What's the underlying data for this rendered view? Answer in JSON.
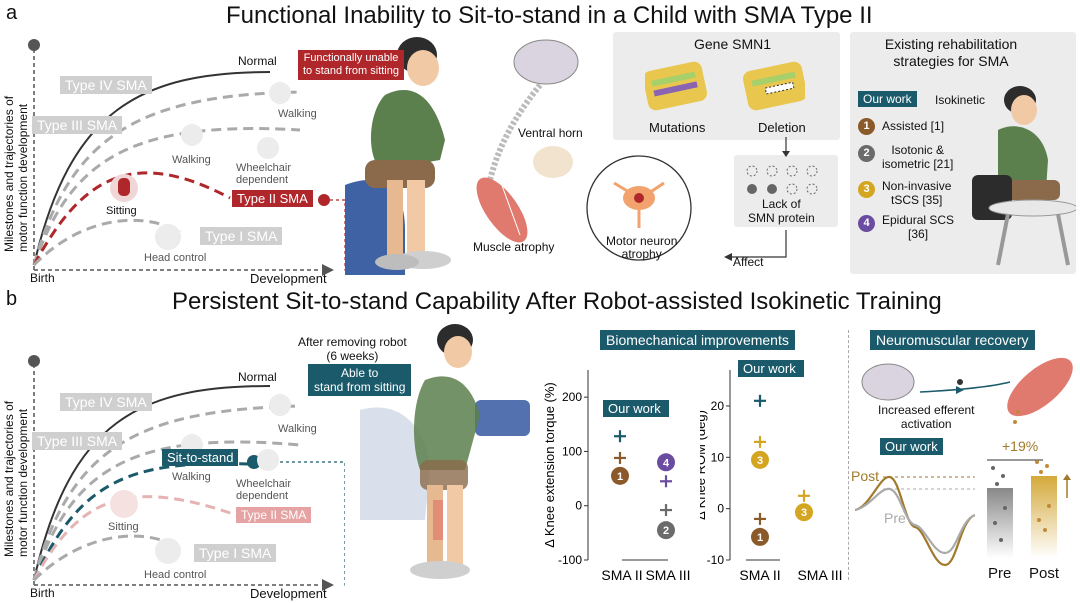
{
  "panel_a": {
    "letter": "a",
    "title": "Functional Inability to Sit-to-stand in a Child with SMA Type II",
    "y_axis_label": [
      "Milestones and trajectories of",
      "motor function development"
    ],
    "x_start": "Birth",
    "x_end": "Development",
    "normal": "Normal",
    "types": [
      "Type IV SMA",
      "Type III SMA",
      "Type II SMA",
      "Type I SMA"
    ],
    "milestones": {
      "walking1": "Walking",
      "walking2": "Walking",
      "wheelchair": [
        "Wheelchair",
        "dependent"
      ],
      "sitting": "Sitting",
      "head_control": "Head control"
    },
    "callout": [
      "Functionally unable",
      "to stand from sitting"
    ],
    "ventral_horn": "Ventral horn",
    "muscle_atrophy": "Muscle atrophy",
    "motor_neuron": [
      "Motor neuron",
      "atrophy"
    ],
    "gene_title": "Gene SMN1",
    "mutations": "Mutations",
    "deletion": "Deletion",
    "lack": [
      "Lack of",
      "SMN protein"
    ],
    "affect": "Affect",
    "rehab_title": [
      "Existing rehabilitation",
      "strategies for SMA"
    ],
    "our_work": "Our work",
    "isokinetic": "Isokinetic",
    "strategies": [
      {
        "n": "1",
        "label": [
          "Assisted [1]"
        ],
        "color": "#8a5a2b"
      },
      {
        "n": "2",
        "label": [
          "Isotonic &",
          "isometric [21]"
        ],
        "color": "#6b6b6b"
      },
      {
        "n": "3",
        "label": [
          "Non-invasive",
          "tSCS [35]"
        ],
        "color": "#d4a520"
      },
      {
        "n": "4",
        "label": [
          "Epidural SCS",
          "[36]"
        ],
        "color": "#6a4ca0"
      }
    ]
  },
  "panel_b": {
    "letter": "b",
    "title": "Persistent Sit-to-stand Capability After Robot-assisted Isokinetic Training",
    "normal": "Normal",
    "types": [
      "Type IV SMA",
      "Type III SMA",
      "Type II SMA",
      "Type  I  SMA"
    ],
    "sit_to_stand": "Sit-to-stand",
    "milestones": {
      "walking1": "Walking",
      "walking2": "Walking",
      "wheelchair": [
        "Wheelchair",
        "dependent"
      ],
      "sitting": "Sitting",
      "head_control": "Head control"
    },
    "x_start": "Birth",
    "x_end": "Development",
    "after_removing": [
      "After removing robot",
      "(6 weeks)"
    ],
    "able": [
      "Able to",
      "stand from sitting"
    ],
    "biomech_title": "Biomechanical improvements",
    "neuro_title": "Neuromuscular recovery",
    "increased": [
      "Increased efferent",
      "activation"
    ],
    "our_work": "Our work",
    "post": "Post",
    "pre": "Pre",
    "percent": "+19%",
    "bar_pre": "Pre",
    "bar_post": "Post"
  },
  "chart_data": [
    {
      "type": "scatter",
      "ylabel": "Δ Knee extension torque (%)",
      "categories": [
        "SMA II",
        "SMA III"
      ],
      "yticks": [
        -100,
        0,
        100,
        200
      ],
      "ylim": [
        -100,
        250
      ],
      "our_work_label": "Our work",
      "points": [
        {
          "cat": "SMA II",
          "y": 128,
          "marker": "+",
          "color": "#1b5a6b"
        },
        {
          "cat": "SMA II",
          "y": 88,
          "marker": "+",
          "color": "#8a5a2b"
        },
        {
          "cat": "SMA II",
          "y": 55,
          "marker": "1",
          "color": "#8a5a2b"
        },
        {
          "cat": "SMA III",
          "y": 80,
          "marker": "4",
          "color": "#6a4ca0"
        },
        {
          "cat": "SMA III",
          "y": 45,
          "marker": "+",
          "color": "#6a4ca0"
        },
        {
          "cat": "SMA III",
          "y": -8,
          "marker": "+",
          "color": "#6b6b6b"
        },
        {
          "cat": "SMA III",
          "y": -45,
          "marker": "2",
          "color": "#6b6b6b"
        }
      ]
    },
    {
      "type": "scatter",
      "ylabel": "Δ Knee  ROM (deg)",
      "categories": [
        "SMA II",
        "SMA III"
      ],
      "yticks": [
        -10,
        0,
        10,
        20
      ],
      "ylim": [
        -10,
        27
      ],
      "our_work_label": "Our work",
      "points": [
        {
          "cat": "SMA II",
          "y": 21,
          "marker": "+",
          "color": "#1b5a6b"
        },
        {
          "cat": "SMA II",
          "y": 13,
          "marker": "+",
          "color": "#d4a520"
        },
        {
          "cat": "SMA II",
          "y": 9.5,
          "marker": "3",
          "color": "#d4a520"
        },
        {
          "cat": "SMA II",
          "y": -2,
          "marker": "+",
          "color": "#8a5a2b"
        },
        {
          "cat": "SMA II",
          "y": -5.5,
          "marker": "1",
          "color": "#8a5a2b"
        },
        {
          "cat": "SMA III",
          "y": 2.5,
          "marker": "+",
          "color": "#d4a520"
        },
        {
          "cat": "SMA III",
          "y": -0.7,
          "marker": "3",
          "color": "#d4a520"
        }
      ]
    }
  ]
}
